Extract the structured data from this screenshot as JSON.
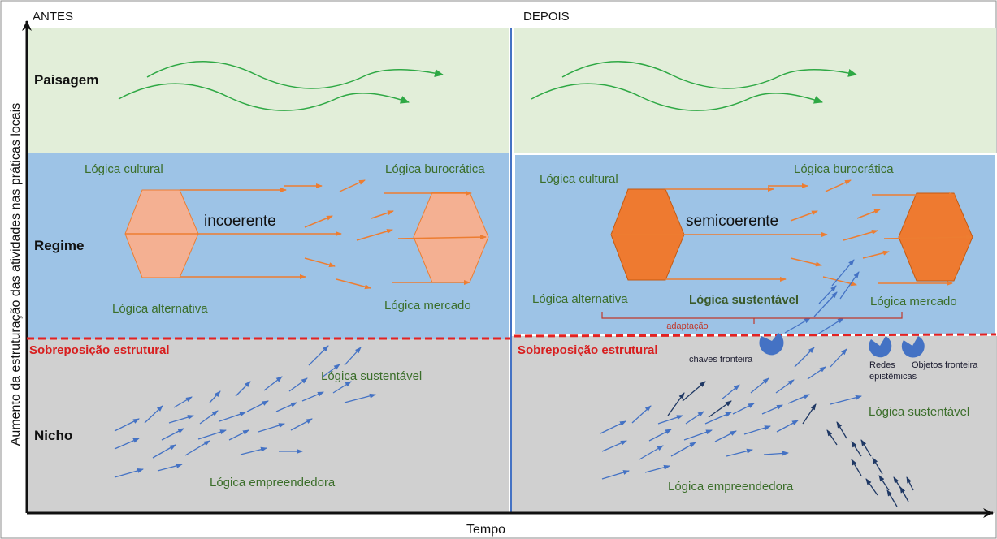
{
  "header": {
    "before": "ANTES",
    "after": "DEPOIS"
  },
  "axes": {
    "y_label": "Aumento da estruturação das atividades nas práticas locais",
    "x_label": "Tempo"
  },
  "bands": {
    "landscape": "Paisagem",
    "regime": "Regime",
    "niche": "Nicho"
  },
  "overlap_label": "Sobreposição estrutural",
  "before_panel": {
    "cultural": "Lógica cultural",
    "bureaucratic": "Lógica burocrática",
    "center": "incoerente",
    "alternative": "Lógica alternativa",
    "market": "Lógica mercado",
    "sustainable": "Lógica sustentável",
    "entrepreneurial": "Lógica empreendedora"
  },
  "after_panel": {
    "cultural": "Lógica cultural",
    "bureaucratic": "Lógica burocrática",
    "center": "semicoerente",
    "alternative": "Lógica alternativa",
    "sustainable_regime": "Lógica sustentável",
    "market": "Lógica mercado",
    "adaptation": "adaptação",
    "boundary_keys": "chaves fronteira",
    "epistemic_networks": "Redes\nepistêmicas",
    "boundary_objects": "Objetos fronteira",
    "sustainable_niche": "Lógica sustentável",
    "entrepreneurial": "Lógica empreendedora"
  },
  "colors": {
    "landscape": "#e2eed9",
    "regime": "#9dc3e6",
    "niche": "#d0d0d0",
    "overlap_line": "#e32222",
    "hex_light": "#f4b092",
    "hex_dark": "#ee7a30",
    "orange_arrow": "#ed7d31",
    "green_arrow": "#2ea844",
    "blue_arrow": "#4472c4",
    "navy_arrow": "#1f3864",
    "pacman": "#4472c4"
  }
}
